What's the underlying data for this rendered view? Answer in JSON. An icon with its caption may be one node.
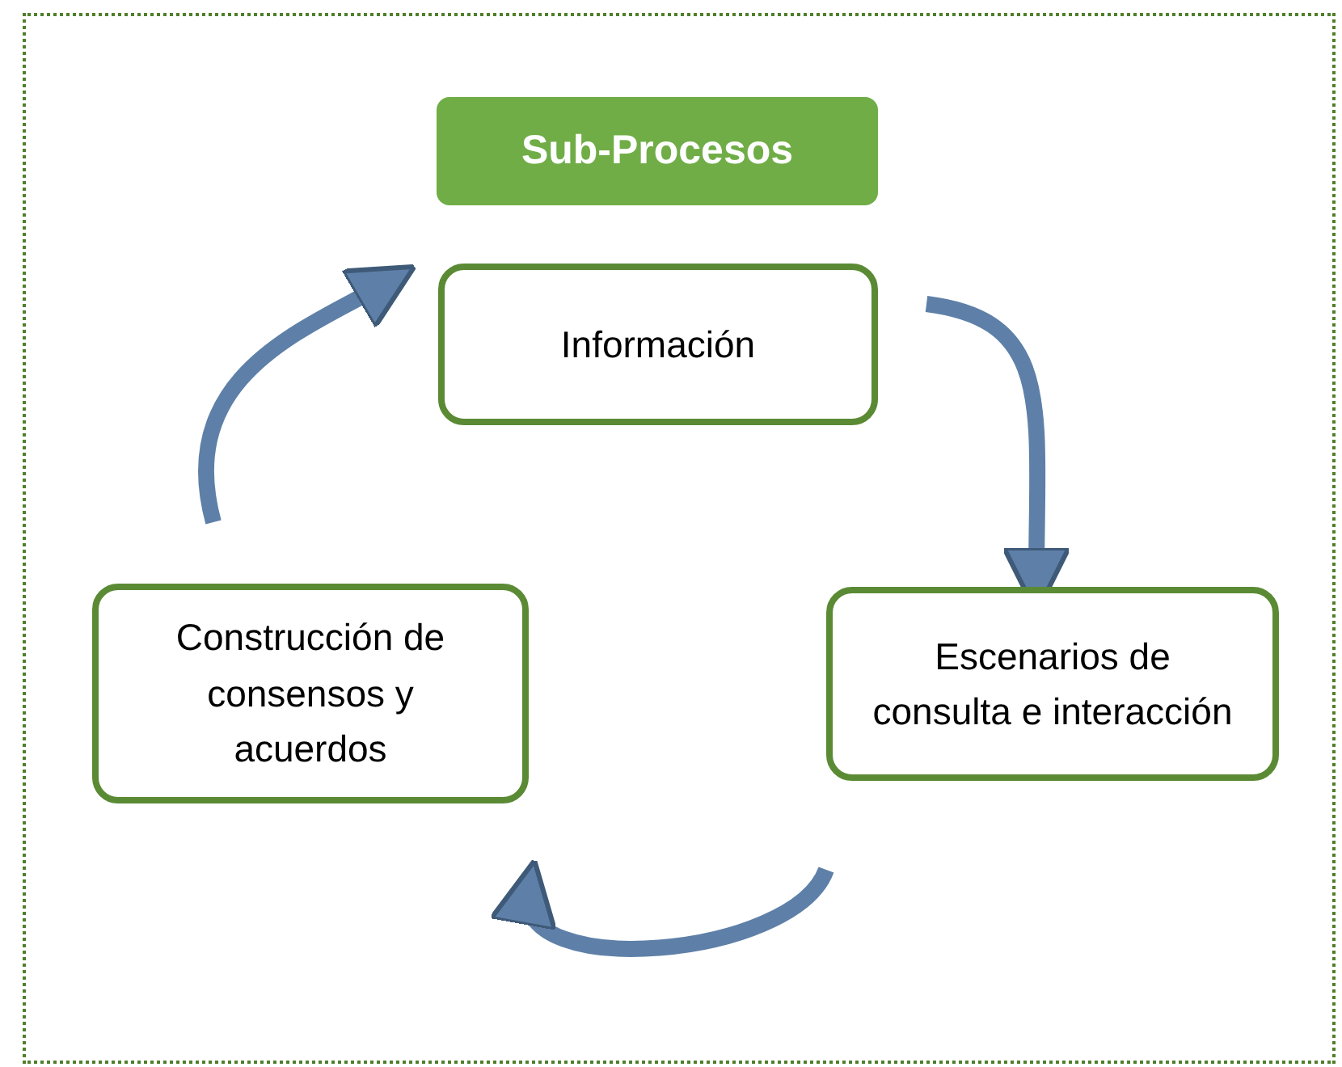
{
  "diagram": {
    "nodes": [
      {
        "text": [
          "Sub-Procesos"
        ]
      },
      {
        "text": [
          "Información"
        ]
      },
      {
        "text": [
          "Escenarios de consulta e interacción"
        ]
      },
      {
        "text": [
          "Construcción de consensos y acuerdos"
        ]
      }
    ],
    "edges": [
      {
        "from": 1,
        "to": 2,
        "arrow": "to"
      },
      {
        "from": 2,
        "to": 3,
        "arrow": "to"
      },
      {
        "from": 3,
        "to": 1,
        "arrow": "to"
      }
    ]
  }
}
